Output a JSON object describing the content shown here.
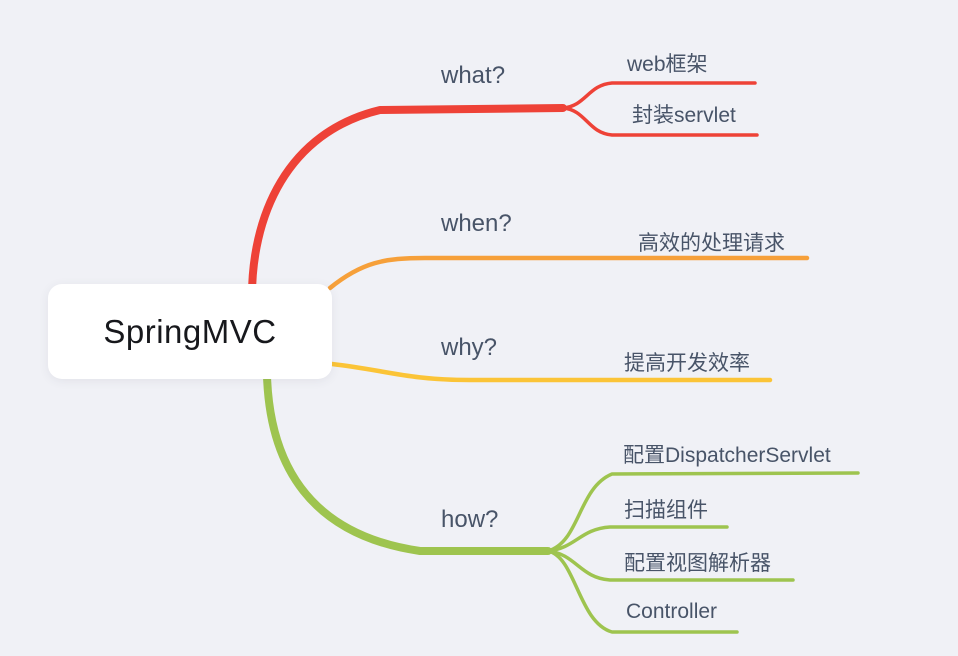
{
  "mindmap": {
    "root": {
      "label": "SpringMVC"
    },
    "branches": [
      {
        "label": "what?",
        "color": "#ee4237",
        "children": [
          {
            "label": "web框架"
          },
          {
            "label": "封装servlet"
          }
        ]
      },
      {
        "label": "when?",
        "color": "#f6a03a",
        "children": [
          {
            "label": "高效的处理请求"
          }
        ]
      },
      {
        "label": "why?",
        "color": "#fbc437",
        "children": [
          {
            "label": "提高开发效率"
          }
        ]
      },
      {
        "label": "how?",
        "color": "#9ec44f",
        "children": [
          {
            "label": "配置DispatcherServlet"
          },
          {
            "label": "扫描组件"
          },
          {
            "label": "配置视图解析器"
          },
          {
            "label": "Controller"
          }
        ]
      }
    ],
    "colors": {
      "background": "#f0f1f6",
      "root_background": "#ffffff",
      "root_text": "#17181c",
      "label_text": "#485468"
    }
  }
}
